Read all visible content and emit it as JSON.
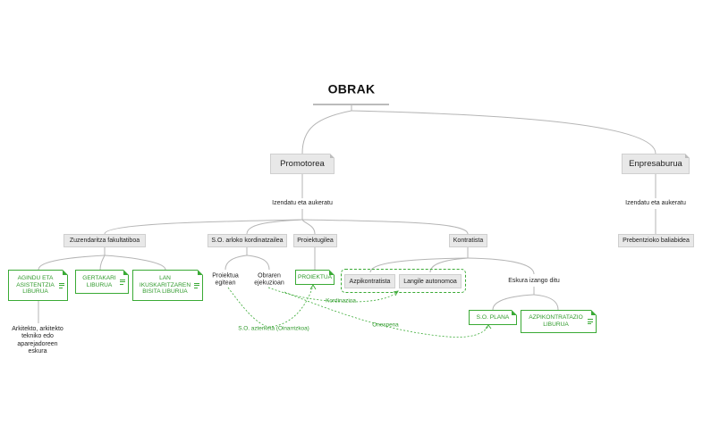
{
  "root": "OBRAK",
  "promotor": "Promotorea",
  "enpresaburua": "Enpresaburua",
  "izendatu_left": "Izendatu eta aukeratu",
  "izendatu_right": "Izendatu eta aukeratu",
  "prebentzio": "Prebentzioko baliabidea",
  "zuzendaritza": "Zuzendaritza fakultatiboa",
  "so_kordinatzailea": "S.O. arloko kordinatzailea",
  "proiektugilea": "Proiektugilea",
  "kontratista": "Kontratista",
  "agindu": [
    "AGINDU ETA",
    "ASISTENTZIA",
    "LIBURUA"
  ],
  "gertakari": [
    "GERTAKARI",
    "LIBURUA"
  ],
  "lan_ikuskaritza": [
    "LAN",
    "IKUSKARITZAREN",
    "BISITA LIBURUA"
  ],
  "arkitekto": [
    "Arkitekto, arkitekto",
    "tekniko edo",
    "aparejadoreen",
    "eskura"
  ],
  "proiektua_egitean": [
    "Proiektua",
    "egitean"
  ],
  "obraren_ejekuzioan": [
    "Obraren",
    "ejekuzioan"
  ],
  "proiektua": "PROIEKTUA",
  "azpikontratista": "Azpikontratista",
  "langile_autonomoa": "Langile autonomoa",
  "eskura_izango": "Eskura izango ditu",
  "so_plana": "S.O. PLANA",
  "azpikontratazio": [
    "AZPIKONTRATAZIO",
    "LIBURUA"
  ],
  "label_kordinazioa": "Kordinazioa",
  "label_onespena": "Onespena",
  "label_azterketa": "S.O. azterketa (Oinarrizkoa)",
  "colors": {
    "accent_green": "#3aaa35",
    "node_gray": "#e8e8e8",
    "connector": "#b5b5b5"
  }
}
